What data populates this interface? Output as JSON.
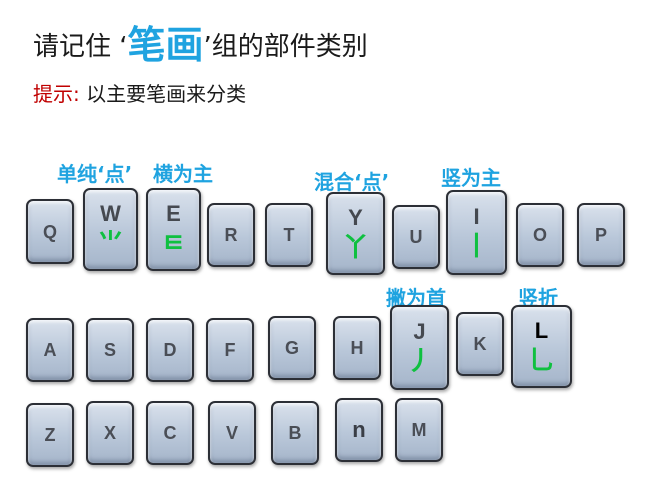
{
  "title": {
    "prefix": "请记住 ‘",
    "highlight": "笔画",
    "suffix": "’组的部件类别"
  },
  "hint": {
    "label": "提示:",
    "text": " 以主要笔画来分类"
  },
  "groups": {
    "single_dot": "单纯‘点’",
    "horizontal": "横为主",
    "mixed_dot": "混合‘点’",
    "vertical": "竖为主",
    "left_falling": "撇为首",
    "vertical_turn": "竖折"
  },
  "keys": {
    "q": "Q",
    "w": "W",
    "e": "E",
    "r": "R",
    "t": "T",
    "y": "Y",
    "u": "U",
    "i": "I",
    "o": "O",
    "p": "P",
    "a": "A",
    "s": "S",
    "d": "D",
    "f": "F",
    "g": "G",
    "h": "H",
    "j": "J",
    "k": "K",
    "l": "L",
    "z": "Z",
    "x": "X",
    "c": "C",
    "v": "V",
    "b": "B",
    "n": "n",
    "m": "M"
  },
  "strokes": {
    "w": "⺌",
    "e": "ㅌ",
    "y": "丫",
    "i": "丨",
    "j": "丿",
    "l": "乚"
  },
  "colors": {
    "highlight": "#1fa3e0",
    "hint_label": "#c00000",
    "stroke": "#0fc040"
  }
}
